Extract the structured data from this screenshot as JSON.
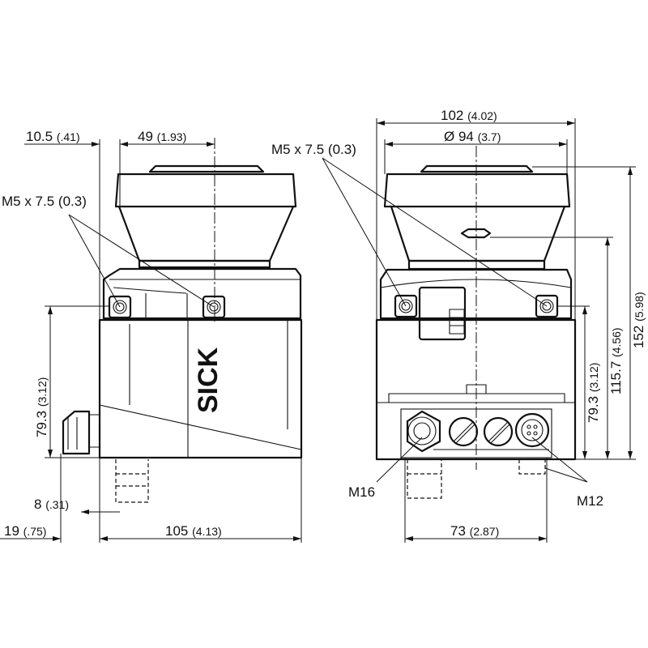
{
  "dimensions": {
    "offset_left": {
      "mm": "10.5",
      "in": "(.41)"
    },
    "mount_spacing_side": {
      "mm": "49",
      "in": "(1.93)"
    },
    "width_total": {
      "mm": "102",
      "in": "(4.02)"
    },
    "diameter": {
      "mm": "Ø 94",
      "in": "(3.7)"
    },
    "height_mount_left": {
      "mm": "79.3",
      "in": "(3.12)"
    },
    "height_mount_right": {
      "mm": "79.3",
      "in": "(3.12)"
    },
    "height_optics": {
      "mm": "115.7",
      "in": "(4.56)"
    },
    "height_total": {
      "mm": "152",
      "in": "(5.98)"
    },
    "gland_offset": {
      "mm": "8",
      "in": "(.31)"
    },
    "gland_protrusion": {
      "mm": "19",
      "in": "(.75)"
    },
    "depth": {
      "mm": "105",
      "in": "(4.13)"
    },
    "connector_spacing": {
      "mm": "73",
      "in": "(2.87)"
    }
  },
  "callouts": {
    "thread_left": "M5 x 7.5 (0.3)",
    "thread_right": "M5 x 7.5 (0.3)",
    "gland": "M16",
    "connector": "M12"
  },
  "logo": "SICK"
}
